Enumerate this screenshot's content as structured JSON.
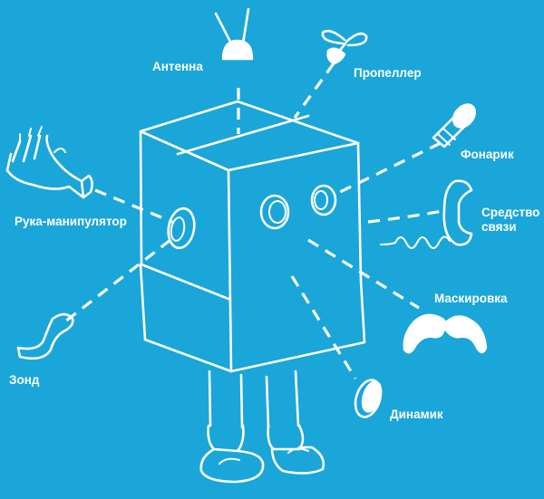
{
  "colors": {
    "background": "#1aa6d9",
    "ink": "#ffffff"
  },
  "labels": {
    "antenna": "Антенна",
    "propeller": "Пропеллер",
    "flashlight": "Фонарик",
    "comm_line1": "Средство",
    "comm_line2": "связи",
    "arm": "Рука-манипулятор",
    "camouflage": "Маскировка",
    "probe": "Зонд",
    "speaker": "Динамик"
  },
  "icons": [
    "antenna-icon",
    "propeller-icon",
    "flashlight-icon",
    "telephone-icon",
    "robot-hand-icon",
    "mustache-icon",
    "probe-icon",
    "speaker-icon",
    "robot-body"
  ]
}
